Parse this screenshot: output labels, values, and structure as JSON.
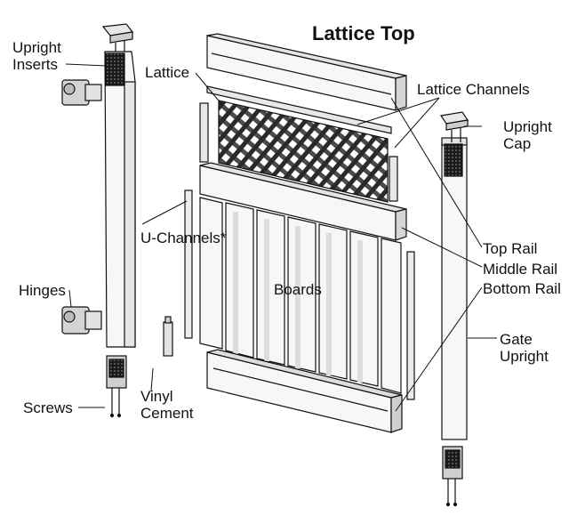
{
  "title": "Lattice Top",
  "labels": {
    "upright_inserts": "Upright Inserts",
    "lattice": "Lattice",
    "lattice_channels": "Lattice Channels",
    "upright_cap": "Upright Cap",
    "u_channels": "U-Channels*",
    "top_rail": "Top Rail",
    "middle_rail": "Middle Rail",
    "bottom_rail": "Bottom Rail",
    "hinges": "Hinges",
    "boards": "Boards",
    "gate_upright": "Gate Upright",
    "screws": "Screws",
    "vinyl_cement": "Vinyl Cement"
  },
  "colors": {
    "line": "#111111",
    "part_fill": "#f4f4f4",
    "shade": "#cfcfcf",
    "dark": "#2a2a2a"
  }
}
